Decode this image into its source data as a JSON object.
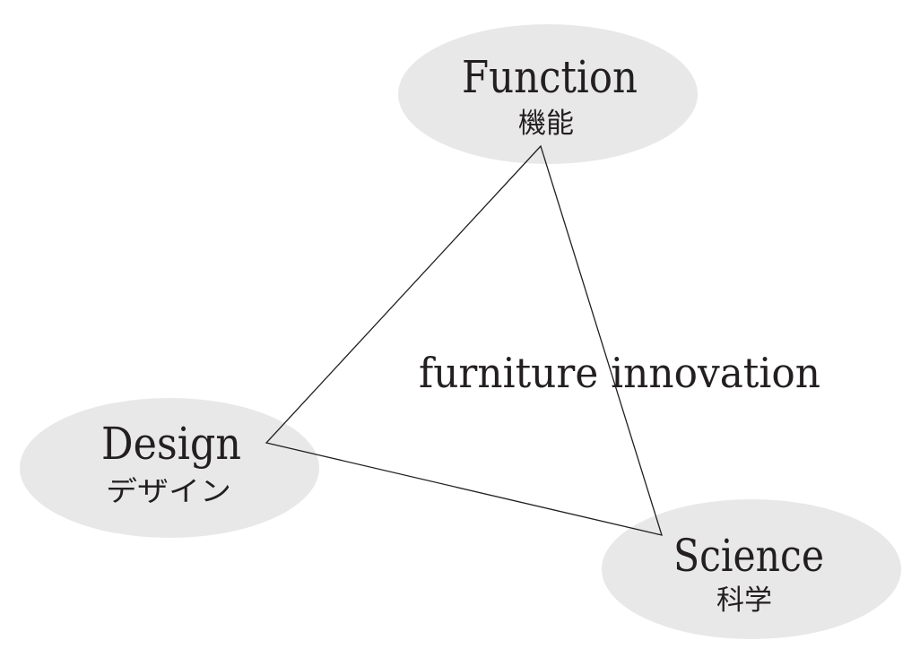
{
  "diagram": {
    "center_label": "furniture innovation",
    "nodes": {
      "function": {
        "label": "Function",
        "sublabel": "機能"
      },
      "design": {
        "label": "Design",
        "sublabel": "デザイン"
      },
      "science": {
        "label": "Science",
        "sublabel": "科学"
      }
    },
    "colors": {
      "ellipse_fill": "#e8e8e8",
      "line": "#231f20",
      "text": "#231f20",
      "background": "#ffffff"
    }
  }
}
